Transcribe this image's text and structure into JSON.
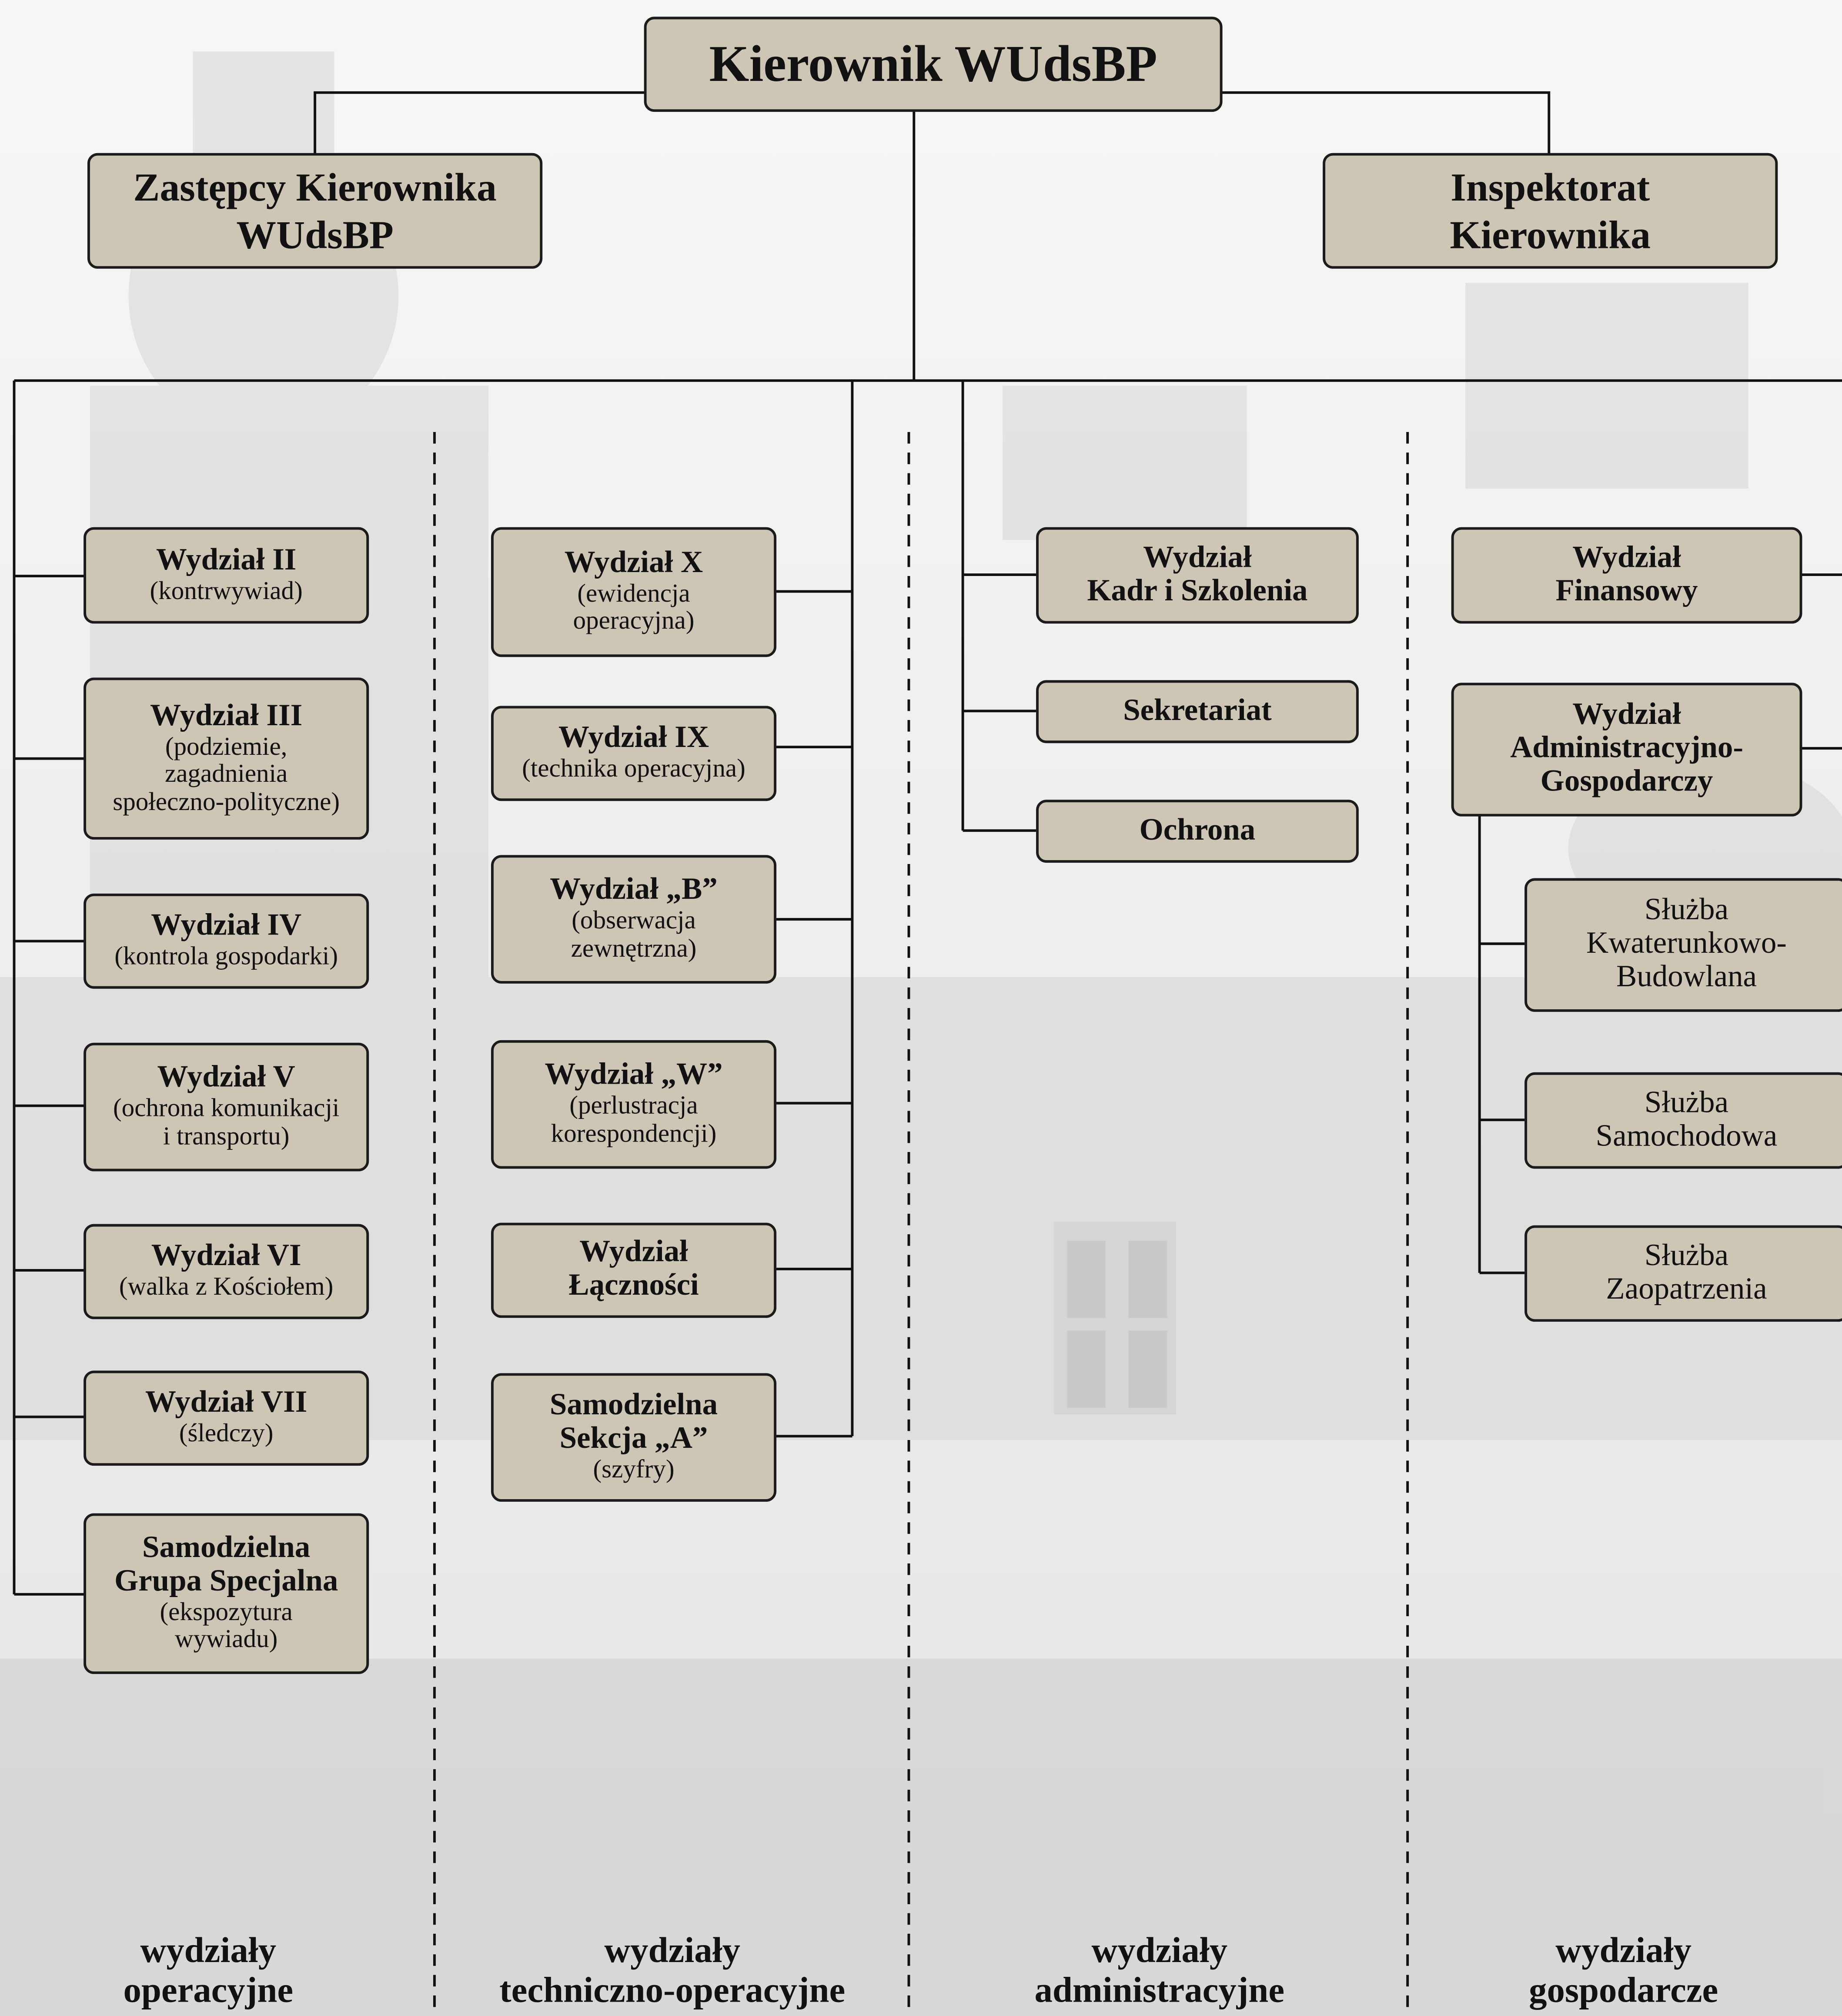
{
  "chart": {
    "head": "Kierownik WUdsBP",
    "deputy": [
      "Zastępcy Kierownika",
      "WUdsBP"
    ],
    "inspectorate": [
      "Inspektorat",
      "Kierownika"
    ]
  },
  "columns": {
    "operacyjne": {
      "label": [
        "wydziały",
        "operacyjne"
      ],
      "units": [
        {
          "title": [
            "Wydział II"
          ],
          "sub": [
            "(kontrwywiad)"
          ]
        },
        {
          "title": [
            "Wydział III"
          ],
          "sub": [
            "(podziemie,",
            "zagadnienia",
            "społeczno-polityczne)"
          ]
        },
        {
          "title": [
            "Wydział IV"
          ],
          "sub": [
            "(kontrola gospodarki)"
          ]
        },
        {
          "title": [
            "Wydział V"
          ],
          "sub": [
            "(ochrona komunikacji",
            "i transportu)"
          ]
        },
        {
          "title": [
            "Wydział VI"
          ],
          "sub": [
            "(walka z Kościołem)"
          ]
        },
        {
          "title": [
            "Wydział VII"
          ],
          "sub": [
            "(śledczy)"
          ]
        },
        {
          "title": [
            "Samodzielna",
            "Grupa Specjalna"
          ],
          "sub": [
            "(ekspozytura",
            "wywiadu)"
          ]
        }
      ]
    },
    "techniczno_operacyjne": {
      "label": [
        "wydziały",
        "techniczno-operacyjne"
      ],
      "units": [
        {
          "title": [
            "Wydział X"
          ],
          "sub": [
            "(ewidencja",
            "operacyjna)"
          ]
        },
        {
          "title": [
            "Wydział IX"
          ],
          "sub": [
            "(technika operacyjna)"
          ]
        },
        {
          "title": [
            "Wydział „B”"
          ],
          "sub": [
            "(obserwacja",
            "zewnętrzna)"
          ]
        },
        {
          "title": [
            "Wydział „W”"
          ],
          "sub": [
            "(perlustracja",
            "korespondencji)"
          ]
        },
        {
          "title": [
            "Wydział",
            "Łączności"
          ],
          "sub": []
        },
        {
          "title": [
            "Samodzielna",
            "Sekcja „A”"
          ],
          "sub": [
            "(szyfry)"
          ]
        }
      ]
    },
    "administracyjne": {
      "label": [
        "wydziały",
        "administracyjne"
      ],
      "units": [
        {
          "title": [
            "Wydział",
            "Kadr i Szkolenia"
          ],
          "sub": []
        },
        {
          "title": [
            "Sekretariat"
          ],
          "sub": []
        },
        {
          "title": [
            "Ochrona"
          ],
          "sub": []
        }
      ]
    },
    "gospodarcze": {
      "label": [
        "wydziały",
        "gospodarcze"
      ],
      "units": [
        {
          "title": [
            "Wydział",
            "Finansowy"
          ],
          "sub": []
        },
        {
          "title": [
            "Wydział",
            "Administracyjno-",
            "Gospodarczy"
          ],
          "sub": []
        }
      ],
      "services": [
        {
          "name": [
            "Służba",
            "Kwaterunkowo-",
            "Budowlana"
          ]
        },
        {
          "name": [
            "Służba",
            "Samochodowa"
          ]
        },
        {
          "name": [
            "Służba",
            "Zaopatrzenia"
          ]
        }
      ]
    }
  }
}
